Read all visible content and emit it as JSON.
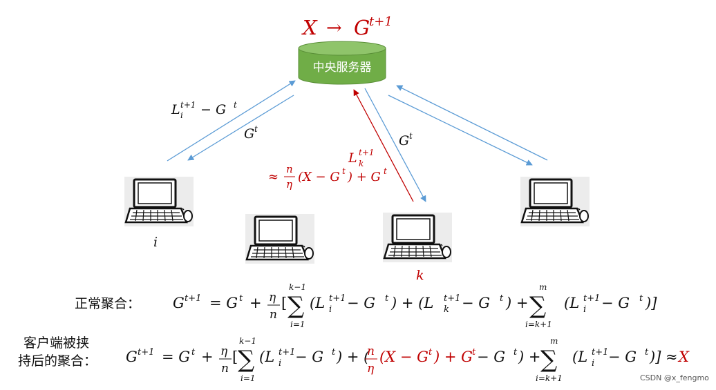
{
  "title_formula": {
    "x": "X",
    "arrow": "→",
    "g": "G",
    "sup": "t+1"
  },
  "server": {
    "label": "中央服务器",
    "color": "#70ad47"
  },
  "colors": {
    "blue": "#5b9bd5",
    "red": "#c00000"
  },
  "clients": [
    {
      "label": "i",
      "label_color": "#111111"
    },
    {
      "label": "",
      "label_color": "#111111"
    },
    {
      "label": "k",
      "label_color": "#c00000"
    },
    {
      "label": "",
      "label_color": "#111111"
    }
  ],
  "edge_labels": {
    "upload_i": {
      "L": "L",
      "sub": "i",
      "sup": "t+1",
      "rest": " − G",
      "sup2": "t"
    },
    "download_i": {
      "G": "G",
      "sup": "t"
    },
    "download_k": {
      "G": "G",
      "sup": "t"
    },
    "upload_k": {
      "L": "L",
      "sub": "k",
      "sup": "t+1",
      "approx": "≈",
      "frac_num": "n",
      "frac_den": "η",
      "paren": "(X − G",
      "sup2": "t",
      "close": ") + G",
      "sup3": "t"
    }
  },
  "equations": {
    "normal": {
      "label": "正常聚合：",
      "lhs": "G",
      "lhs_sup": "t+1",
      "eq1": "= G",
      "eq1_sup": "t",
      "plus": "+",
      "eta": "η",
      "n": "n",
      "sum1_top": "k−1",
      "sum1_bot": "i=1",
      "term1": "(L",
      "term1_sub": "i",
      "term1_sup": "t+1",
      "term1_end": " − G",
      "term1_end_sup": "t",
      "term2": ") + (L",
      "term2_sub": "k",
      "term2_sup": "t+1",
      "term2_end": " − G",
      "term2_end_sup": "t",
      "plus2": ") +",
      "sum2_top": "m",
      "sum2_bot": "i=k+1",
      "term3": "(L",
      "term3_sub": "i",
      "term3_sup": "t+1",
      "term3_end": " − G",
      "term3_end_sup": "t",
      "close": ")]"
    },
    "hijacked": {
      "label_line1": "客户端被挟",
      "label_line2": "持后的聚合：",
      "lhs": "G",
      "lhs_sup": "t+1",
      "eq1": "= G",
      "eq1_sup": "t",
      "plus": "+",
      "eta": "η",
      "n": "n",
      "sum1_top": "k−1",
      "sum1_bot": "i=1",
      "term1": "(L",
      "term1_sub": "i",
      "term1_sup": "t+1",
      "term1_end": " − G",
      "term1_end_sup": "t",
      "paren_open": ") + (",
      "red_n": "n",
      "red_eta": "η",
      "red_expr": "(X − G",
      "red_sup": "t",
      "red_plus": ") + G",
      "red_sup2": "t",
      "minus": " − G",
      "minus_sup": "t",
      "plus2": ") +",
      "sum2_top": "m",
      "sum2_bot": "i=k+1",
      "term3": "(L",
      "term3_sub": "i",
      "term3_sup": "t+1",
      "term3_end": " − G",
      "term3_end_sup": "t",
      "close": ")] ≈",
      "result": "X"
    }
  },
  "watermark": "CSDN @x_fengmo"
}
